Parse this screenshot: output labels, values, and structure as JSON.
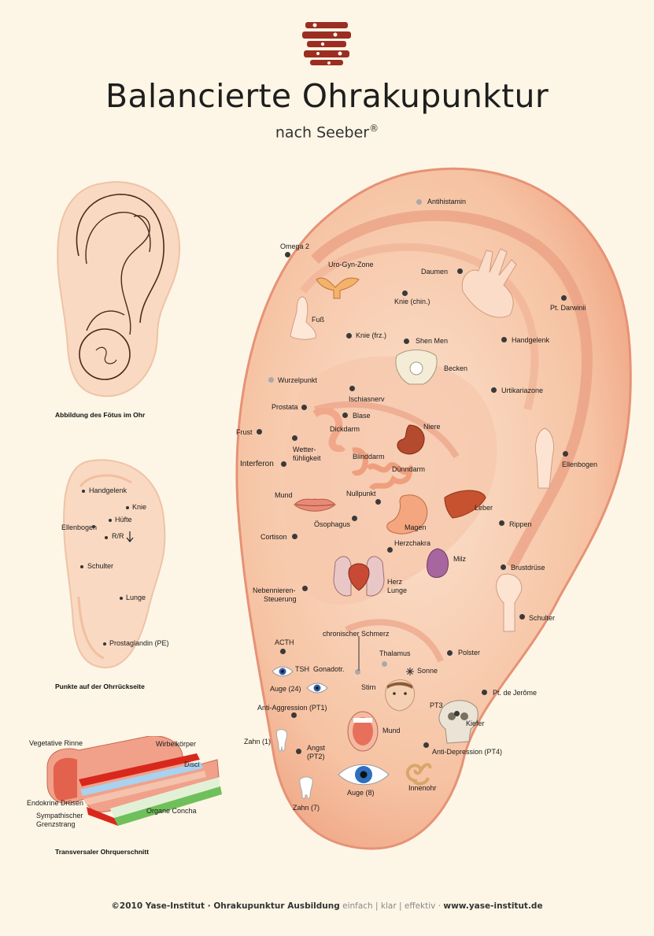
{
  "title": "Balancierte Ohrakupunktur",
  "subtitle": "nach Seeber",
  "subtitle_mark": "®",
  "colors": {
    "skin": "#f7c9aa",
    "skin_dark": "#e7977a",
    "background": "#fdf6e6",
    "dot": "#3a3a3a",
    "dot_grey": "#a9a9a9"
  },
  "fetus_caption": "Abbildung des Fötus im Ohr",
  "back": {
    "caption": "Punkte auf der Ohrrückseite",
    "labels": [
      "Handgelenk",
      "Knie",
      "Ellenbogen",
      "Hüfte",
      "R/R",
      "Schulter",
      "Lunge",
      "Prostaglandin (PE)"
    ]
  },
  "cross": {
    "caption": "Transversaler Ohrquerschnitt",
    "labels": [
      "Vegetative Rinne",
      "Wirbelkörper",
      "Disci",
      "Endokrine Drüsen",
      "Organe Concha",
      "Sympathischer",
      "Grenzstrang"
    ]
  },
  "points": [
    "Antihistamin",
    "Omega 2",
    "Uro-Gyn-Zone",
    "Daumen",
    "Knie (chin.)",
    "Pt. Darwinii",
    "Fuß",
    "Knie (frz.)",
    "Shen Men",
    "Handgelenk",
    "Becken",
    "Wurzelpunkt",
    "Urtikariazone",
    "Ischiasnerv",
    "Prostata",
    "Blase",
    "Dickdarm",
    "Niere",
    "Frust",
    "Wetter-",
    "fühligkeit",
    "Blinddarm",
    "Dünndarm",
    "Ellenbogen",
    "Interferon",
    "Mund",
    "Nullpunkt",
    "Leber",
    "Ösophagus",
    "Magen",
    "Rippen",
    "Cortison",
    "Herzchakra",
    "Milz",
    "Brustdrüse",
    "Herz",
    "Lunge",
    "Nebennieren-",
    "Steuerung",
    "Schulter",
    "chronischer Schmerz",
    "ACTH",
    "Thalamus",
    "Polster",
    "TSH",
    "Gonadotr.",
    "Sonne",
    "Auge (24)",
    "Stirn",
    "Pt. de Jerôme",
    "Anti-Aggression (PT1)",
    "PT3",
    "Kiefer",
    "Zahn (1)",
    "Mund",
    "Angst",
    "(PT2)",
    "Anti-Depression (PT4)",
    "Innenohr",
    "Auge (8)",
    "Zahn (7)"
  ],
  "footer": {
    "copyright": "©2010 Yase-Institut · Ohrakupunktur Ausbildung",
    "tagline": "einfach | klar | effektiv ·",
    "url": "www.yase-institut.de"
  }
}
